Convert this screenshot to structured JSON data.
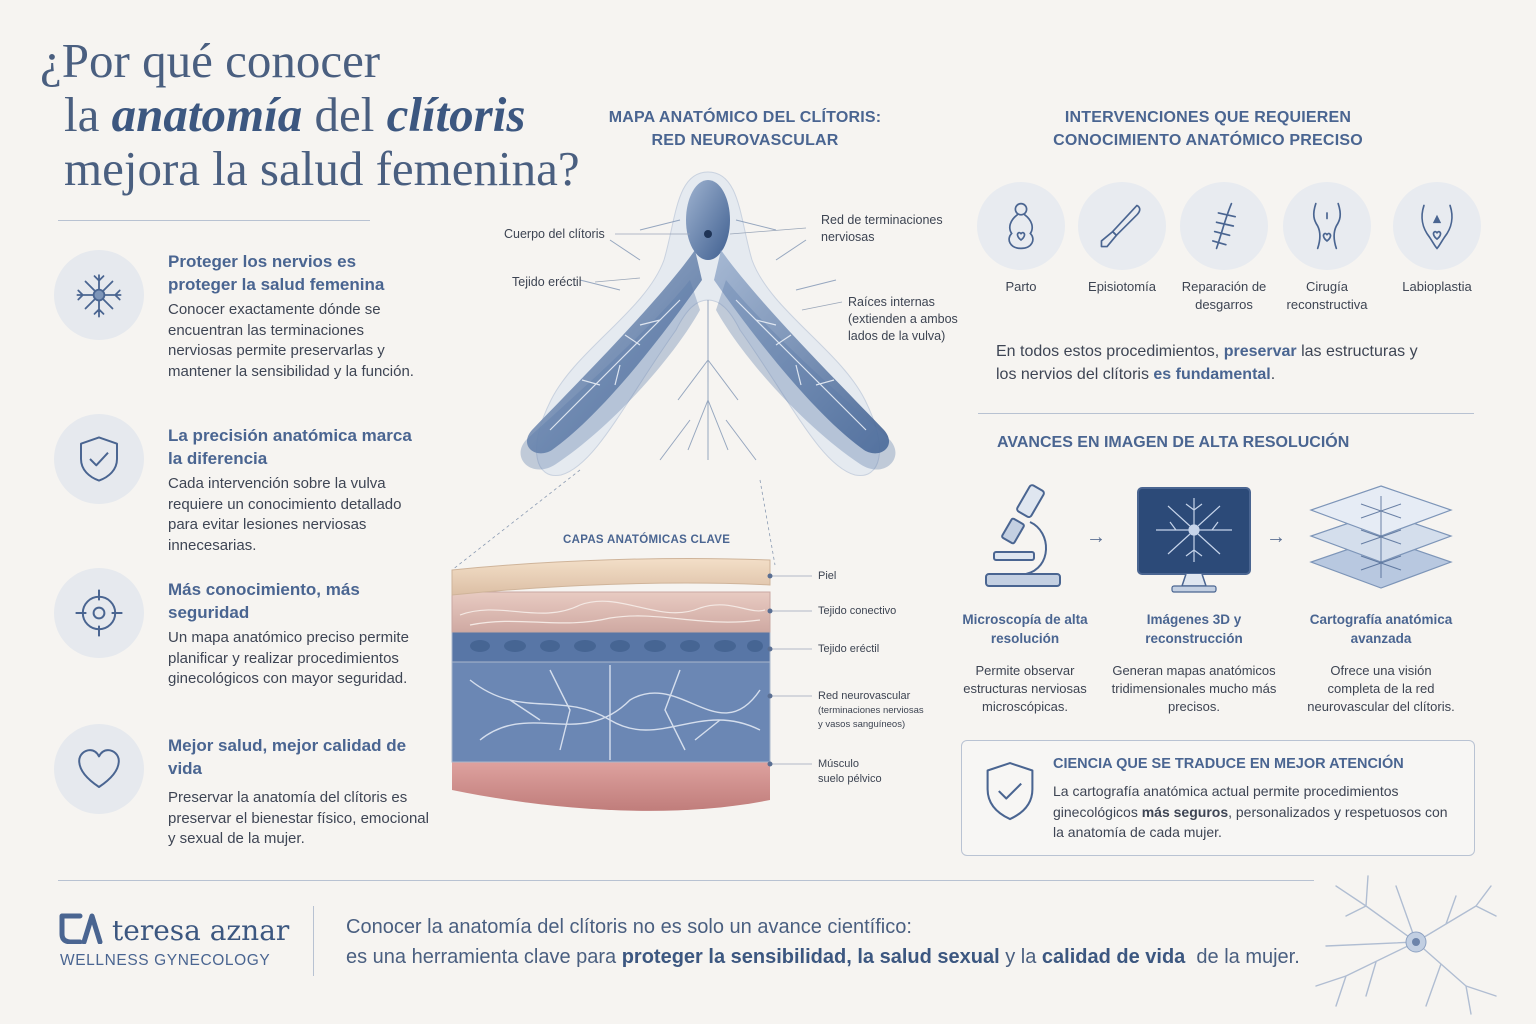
{
  "title": {
    "line1": "¿Por qué conocer",
    "line2_pre": "la ",
    "line2_em1": "anatomía",
    "line2_mid": " del ",
    "line2_em2": "clítoris",
    "line3": "mejora la salud femenina?"
  },
  "benefits": [
    {
      "icon": "neuron-icon",
      "title": "Proteger los nervios es proteger la salud femenina",
      "desc": "Conocer exactamente dónde se encuentran las terminaciones nerviosas permite preservarlas y mantener la sensibilidad y la función."
    },
    {
      "icon": "shield-check-icon",
      "title": "La precisión anatómica marca la diferencia",
      "desc": "Cada intervención sobre la vulva requiere un conocimiento detallado para evitar lesiones nerviosas innecesarias."
    },
    {
      "icon": "target-icon",
      "title": "Más conocimiento, más seguridad",
      "desc": "Un mapa anatómico preciso permite planificar y realizar procedimientos ginecológicos con mayor seguridad."
    },
    {
      "icon": "heart-icon",
      "title": "Mejor salud, mejor calidad de vida",
      "desc": "Preservar la anatomía del clítoris es preservar el bienestar físico, emocional y sexual de la mujer."
    }
  ],
  "map": {
    "title_line1": "MAPA ANATÓMICO DEL CLÍTORIS:",
    "title_line2": "RED NEUROVASCULAR",
    "label_body": "Cuerpo del clítoris",
    "label_erectile": "Tejido eréctil",
    "label_nerves_1": "Red de terminaciones",
    "label_nerves_2": "nerviosas",
    "label_roots_1": "Raíces internas",
    "label_roots_2": "(extienden a ambos",
    "label_roots_3": "lados de la vulva)"
  },
  "layers": {
    "title": "CAPAS ANATÓMICAS CLAVE",
    "skin": "Piel",
    "connective": "Tejido conectivo",
    "erectile": "Tejido eréctil",
    "neuro_1": "Red neurovascular",
    "neuro_2": "(terminaciones nerviosas",
    "neuro_3": "y vasos sanguíneos)",
    "muscle_1": "Músculo",
    "muscle_2": "suelo pélvico"
  },
  "interventions": {
    "title_line1": "INTERVENCIONES QUE REQUIEREN",
    "title_line2": "CONOCIMIENTO ANATÓMICO PRECISO",
    "items": [
      {
        "icon": "pregnancy-icon",
        "label": "Parto"
      },
      {
        "icon": "scalpel-icon",
        "label": "Episiotomía"
      },
      {
        "icon": "suture-icon",
        "label": "Reparación de desgarros"
      },
      {
        "icon": "pelvis-icon",
        "label": "Cirugía reconstructiva"
      },
      {
        "icon": "vulva-icon",
        "label": "Labioplastia"
      }
    ],
    "note_pre": "En todos estos procedimientos, ",
    "note_b1": "preservar",
    "note_mid": " las estructuras y los nervios del clítoris ",
    "note_b2": "es fundamental",
    "note_end": "."
  },
  "advances": {
    "title": "AVANCES EN IMAGEN DE ALTA RESOLUCIÓN",
    "items": [
      {
        "icon": "microscope-icon",
        "title": "Microscopía de alta resolución",
        "desc": "Permite observar estructuras nerviosas microscópicas."
      },
      {
        "icon": "monitor-3d-icon",
        "title": "Imágenes 3D y reconstrucción",
        "desc": "Generan mapas anatómicos tridimensionales mucho más precisos."
      },
      {
        "icon": "layers-map-icon",
        "title": "Cartografía anatómica avanzada",
        "desc": "Ofrece una visión completa de la red neurovascular del clítoris."
      }
    ],
    "arrow": "→"
  },
  "science": {
    "title": "CIENCIA QUE SE TRADUCE EN MEJOR ATENCIÓN",
    "desc_pre": "La cartografía anatómica actual permite procedimientos ginecológicos ",
    "desc_b": "más seguros",
    "desc_end": ", personalizados y respetuosos con la anatomía de cada mujer."
  },
  "footer": {
    "brand_name": "teresa aznar",
    "brand_sub": "WELLNESS GYNECOLOGY",
    "line1": "Conocer la anatomía del clítoris no es solo un avance científico:",
    "line2_pre": "es una herramienta clave para ",
    "line2_b1": "proteger la sensibilidad, la salud sexual",
    "line2_mid": " y la ",
    "line2_b2": "calidad de vida",
    "line2_end": "  de la mujer."
  },
  "colors": {
    "accent": "#4a6591",
    "navy": "#3c5780",
    "background": "#f6f4f1"
  }
}
